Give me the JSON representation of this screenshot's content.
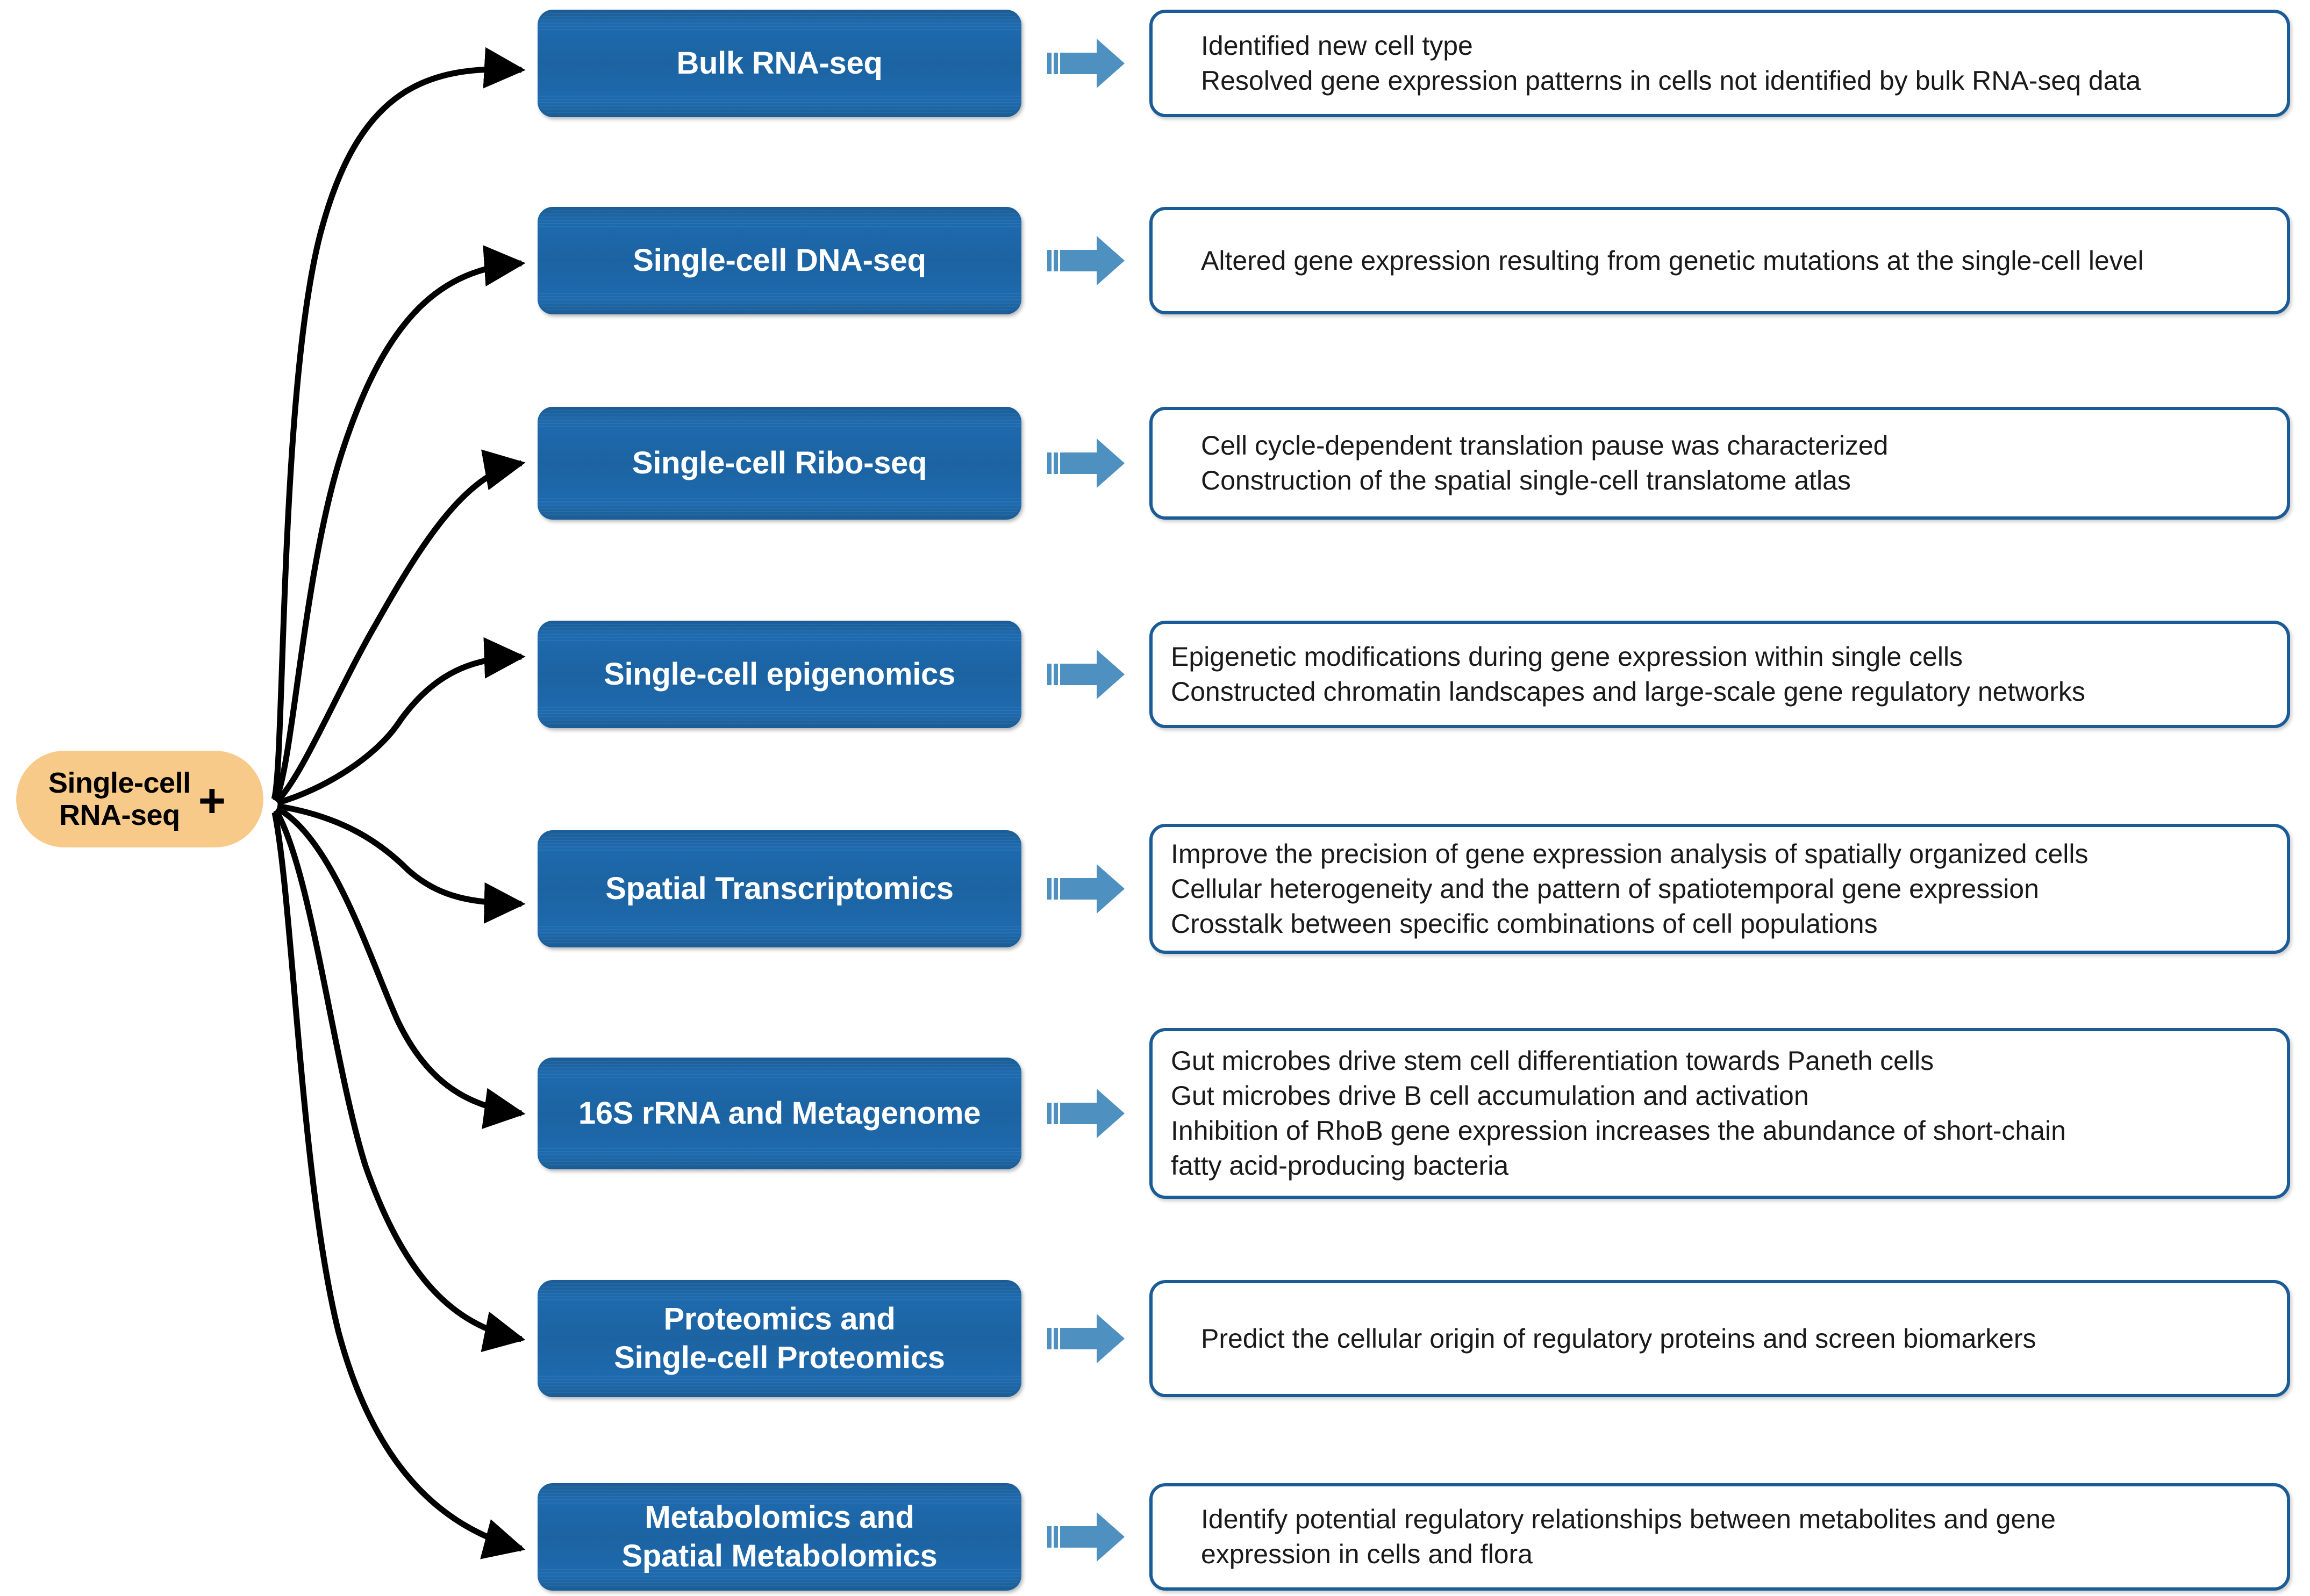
{
  "hub": {
    "label": "Single-cell\nRNA-seq",
    "plus": "+",
    "color": "#F8CA89"
  },
  "palette": {
    "box_blue": "#1C63A2",
    "box_blue_dark": "#1B5C94",
    "outline_blue": "#1B5B96",
    "block_arrow_blue": "#4E90C0",
    "connector_black": "#000000",
    "text_white": "#FFFFFF",
    "text_black": "#1A1A1A"
  },
  "rows": [
    {
      "method": "Bulk RNA-seq",
      "arrow_icon": "block-arrow-right-icon",
      "indent": true,
      "outcomes": [
        "Identified new cell type",
        "Resolved gene expression patterns in cells not identified by bulk RNA-seq data"
      ]
    },
    {
      "method": "Single-cell DNA-seq",
      "arrow_icon": "block-arrow-right-icon",
      "indent": true,
      "outcomes": [
        "Altered gene expression resulting from genetic mutations at the single-cell level"
      ]
    },
    {
      "method": "Single-cell Ribo-seq",
      "arrow_icon": "block-arrow-right-icon",
      "indent": true,
      "outcomes": [
        "Cell cycle-dependent translation pause was characterized",
        "Construction of the spatial single-cell translatome atlas"
      ]
    },
    {
      "method": "Single-cell epigenomics",
      "arrow_icon": "block-arrow-right-icon",
      "indent": false,
      "outcomes": [
        "Epigenetic modifications during gene expression within single cells",
        "Constructed chromatin landscapes and large-scale gene regulatory networks"
      ]
    },
    {
      "method": "Spatial Transcriptomics",
      "arrow_icon": "block-arrow-right-icon",
      "indent": false,
      "outcomes": [
        "Improve the precision of gene expression analysis of spatially organized cells",
        "Cellular heterogeneity and the pattern of spatiotemporal gene expression",
        "Crosstalk between specific combinations of cell populations"
      ]
    },
    {
      "method": "16S rRNA and Metagenome",
      "arrow_icon": "block-arrow-right-icon",
      "indent": false,
      "outcomes": [
        "Gut microbes drive stem cell differentiation towards Paneth cells",
        "Gut microbes drive B cell accumulation and activation",
        "Inhibition of RhoB gene expression increases the abundance of short-chain\nfatty acid-producing bacteria"
      ]
    },
    {
      "method": "Proteomics and\nSingle-cell Proteomics",
      "arrow_icon": "block-arrow-right-icon",
      "indent": true,
      "outcomes": [
        "Predict the cellular origin of regulatory proteins and screen biomarkers"
      ]
    },
    {
      "method": "Metabolomics and\nSpatial Metabolomics",
      "arrow_icon": "block-arrow-right-icon",
      "indent": true,
      "outcomes": [
        "Identify potential regulatory relationships between metabolites and gene\nexpression in cells and flora"
      ]
    }
  ]
}
